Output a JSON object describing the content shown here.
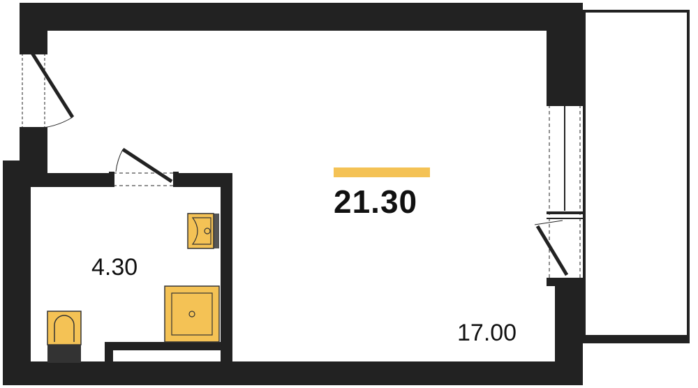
{
  "plan": {
    "total_area": "21.30",
    "rooms": [
      {
        "id": "bathroom",
        "area": "4.30"
      },
      {
        "id": "main-room",
        "area": "17.00"
      }
    ],
    "colors": {
      "wall": "#222222",
      "accent": "#F4C255",
      "fixture_stroke": "#333333",
      "background": "#FFFFFF"
    },
    "fixtures": [
      "sink",
      "shower-tray",
      "toilet"
    ],
    "openings": [
      "entrance-door",
      "bathroom-door",
      "balcony-window",
      "balcony-door"
    ]
  }
}
